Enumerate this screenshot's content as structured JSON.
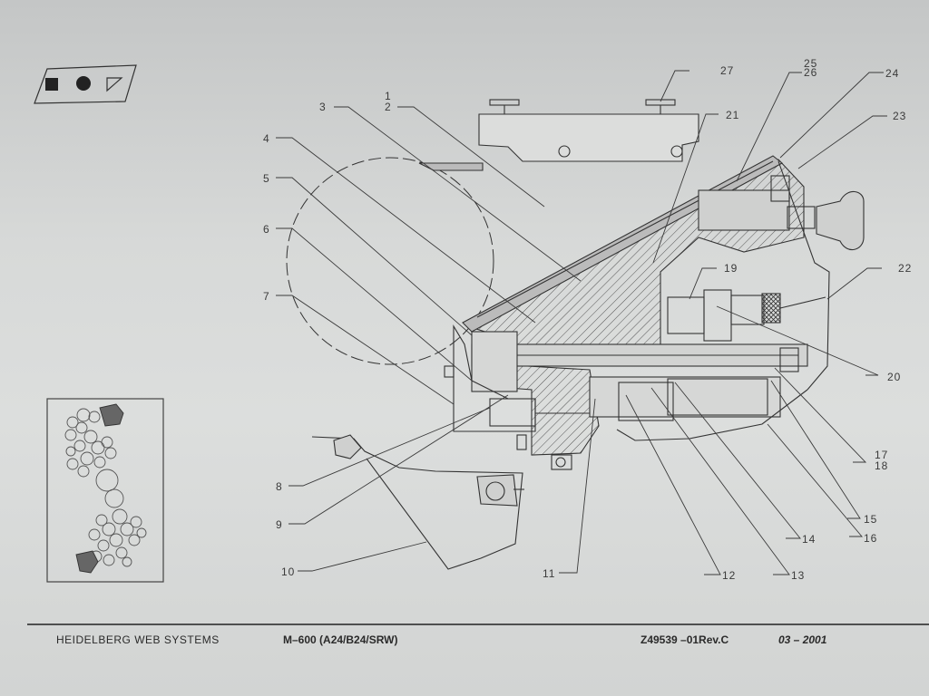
{
  "callouts": {
    "c1": "1",
    "c2": "2",
    "c3": "3",
    "c4": "4",
    "c5": "5",
    "c6": "6",
    "c7": "7",
    "c8": "8",
    "c9": "9",
    "c10": "10",
    "c11": "11",
    "c12": "12",
    "c13": "13",
    "c14": "14",
    "c15": "15",
    "c16": "16",
    "c17": "17",
    "c18": "18",
    "c19": "19",
    "c20": "20",
    "c21": "21",
    "c22": "22",
    "c23": "23",
    "c24": "24",
    "c25": "25",
    "c26": "26",
    "c27": "27"
  },
  "footer": {
    "company": "HEIDELBERG WEB SYSTEMS",
    "model": "M–600  (A24/B24/SRW)",
    "doc_number": "Z49539 –01Rev.C",
    "date": "03 – 2001"
  },
  "colors": {
    "line": "#333333",
    "paper": "#d8dad9"
  },
  "icons": {
    "legend": [
      "square-icon",
      "circle-icon",
      "triangle-icon"
    ]
  }
}
